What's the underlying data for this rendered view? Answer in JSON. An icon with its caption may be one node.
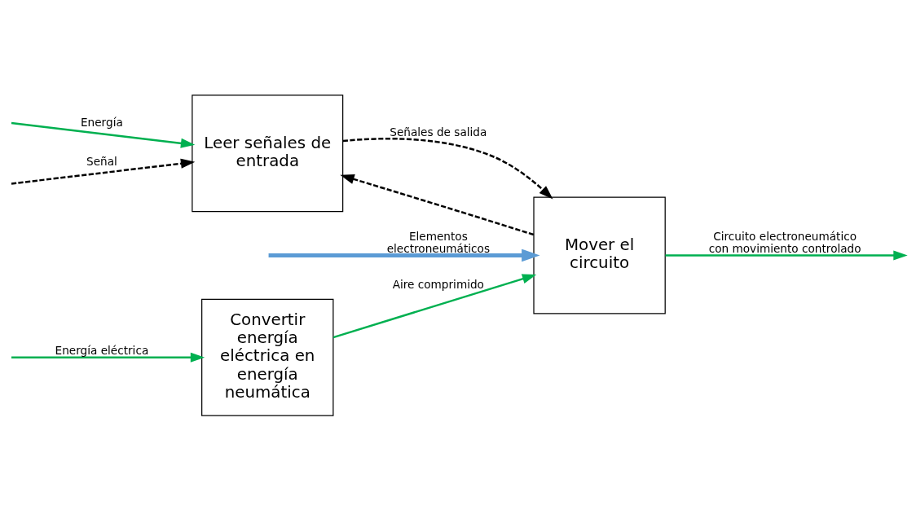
{
  "diagram": {
    "nodes": [
      {
        "text": [
          "Convertir energía eléctrica en energía neumática"
        ]
      },
      {
        "text": [
          "Mover el circuito"
        ]
      },
      {
        "text": [
          "Leer señales de entrada"
        ]
      }
    ],
    "edges": [
      {
        "from": null,
        "to": 0,
        "arrow": "to",
        "label": "Energía eléctrica"
      },
      {
        "from": null,
        "to": 1,
        "arrow": "to",
        "label": "Elementos electroneumáticos",
        "style": "thick",
        "color": "#5b9bd5"
      },
      {
        "from": 0,
        "to": 1,
        "arrow": "to",
        "label": "Aire comprimido"
      },
      {
        "from": 1,
        "to": null,
        "arrow": "to",
        "label": "Circuito electroneumático con movimiento controlado"
      },
      {
        "from": null,
        "to": 2,
        "arrow": "to",
        "label": "Energía"
      },
      {
        "from": null,
        "to": 2,
        "arrow": "to",
        "label": "Señal",
        "style": "dashed",
        "color": "#000000"
      },
      {
        "from": 2,
        "to": 1,
        "arrow": "to",
        "label": "Señales de salida",
        "style": "dashed",
        "color": "#000000"
      },
      {
        "from": 1,
        "to": 2,
        "arrow": "to",
        "style": "dashed",
        "color": "#000000"
      }
    ]
  }
}
